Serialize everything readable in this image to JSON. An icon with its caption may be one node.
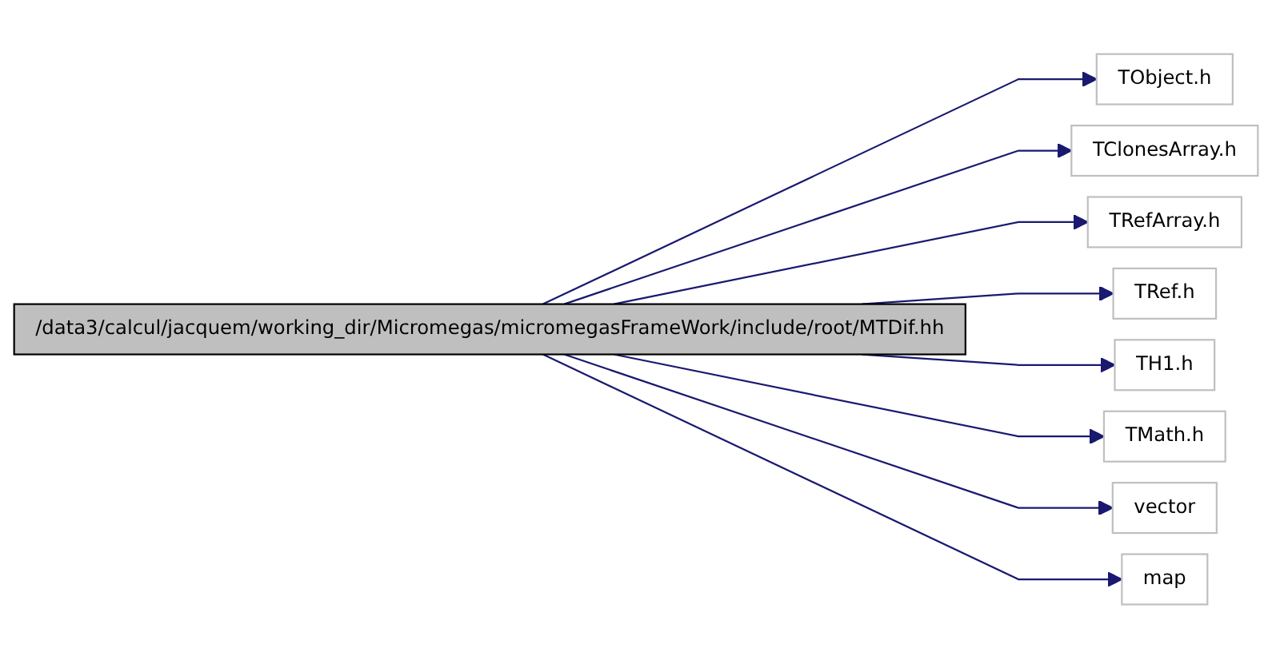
{
  "diagram": {
    "nodes": [
      {
        "text": [
          "/data3/calcul/jacquem/working_dir/Micromegas/micromegasFrameWork/include/root/MTDif.hh"
        ]
      },
      {
        "text": [
          "TObject.h"
        ]
      },
      {
        "text": [
          "TClonesArray.h"
        ]
      },
      {
        "text": [
          "TRefArray.h"
        ]
      },
      {
        "text": [
          "TRef.h"
        ]
      },
      {
        "text": [
          "TH1.h"
        ]
      },
      {
        "text": [
          "TMath.h"
        ]
      },
      {
        "text": [
          "vector"
        ]
      },
      {
        "text": [
          "map"
        ]
      }
    ],
    "edges": [
      {
        "from": 0,
        "to": 1,
        "arrow": "to"
      },
      {
        "from": 0,
        "to": 2,
        "arrow": "to"
      },
      {
        "from": 0,
        "to": 3,
        "arrow": "to"
      },
      {
        "from": 0,
        "to": 4,
        "arrow": "to"
      },
      {
        "from": 0,
        "to": 5,
        "arrow": "to"
      },
      {
        "from": 0,
        "to": 6,
        "arrow": "to"
      },
      {
        "from": 0,
        "to": 7,
        "arrow": "to"
      },
      {
        "from": 0,
        "to": 8,
        "arrow": "to"
      }
    ]
  }
}
